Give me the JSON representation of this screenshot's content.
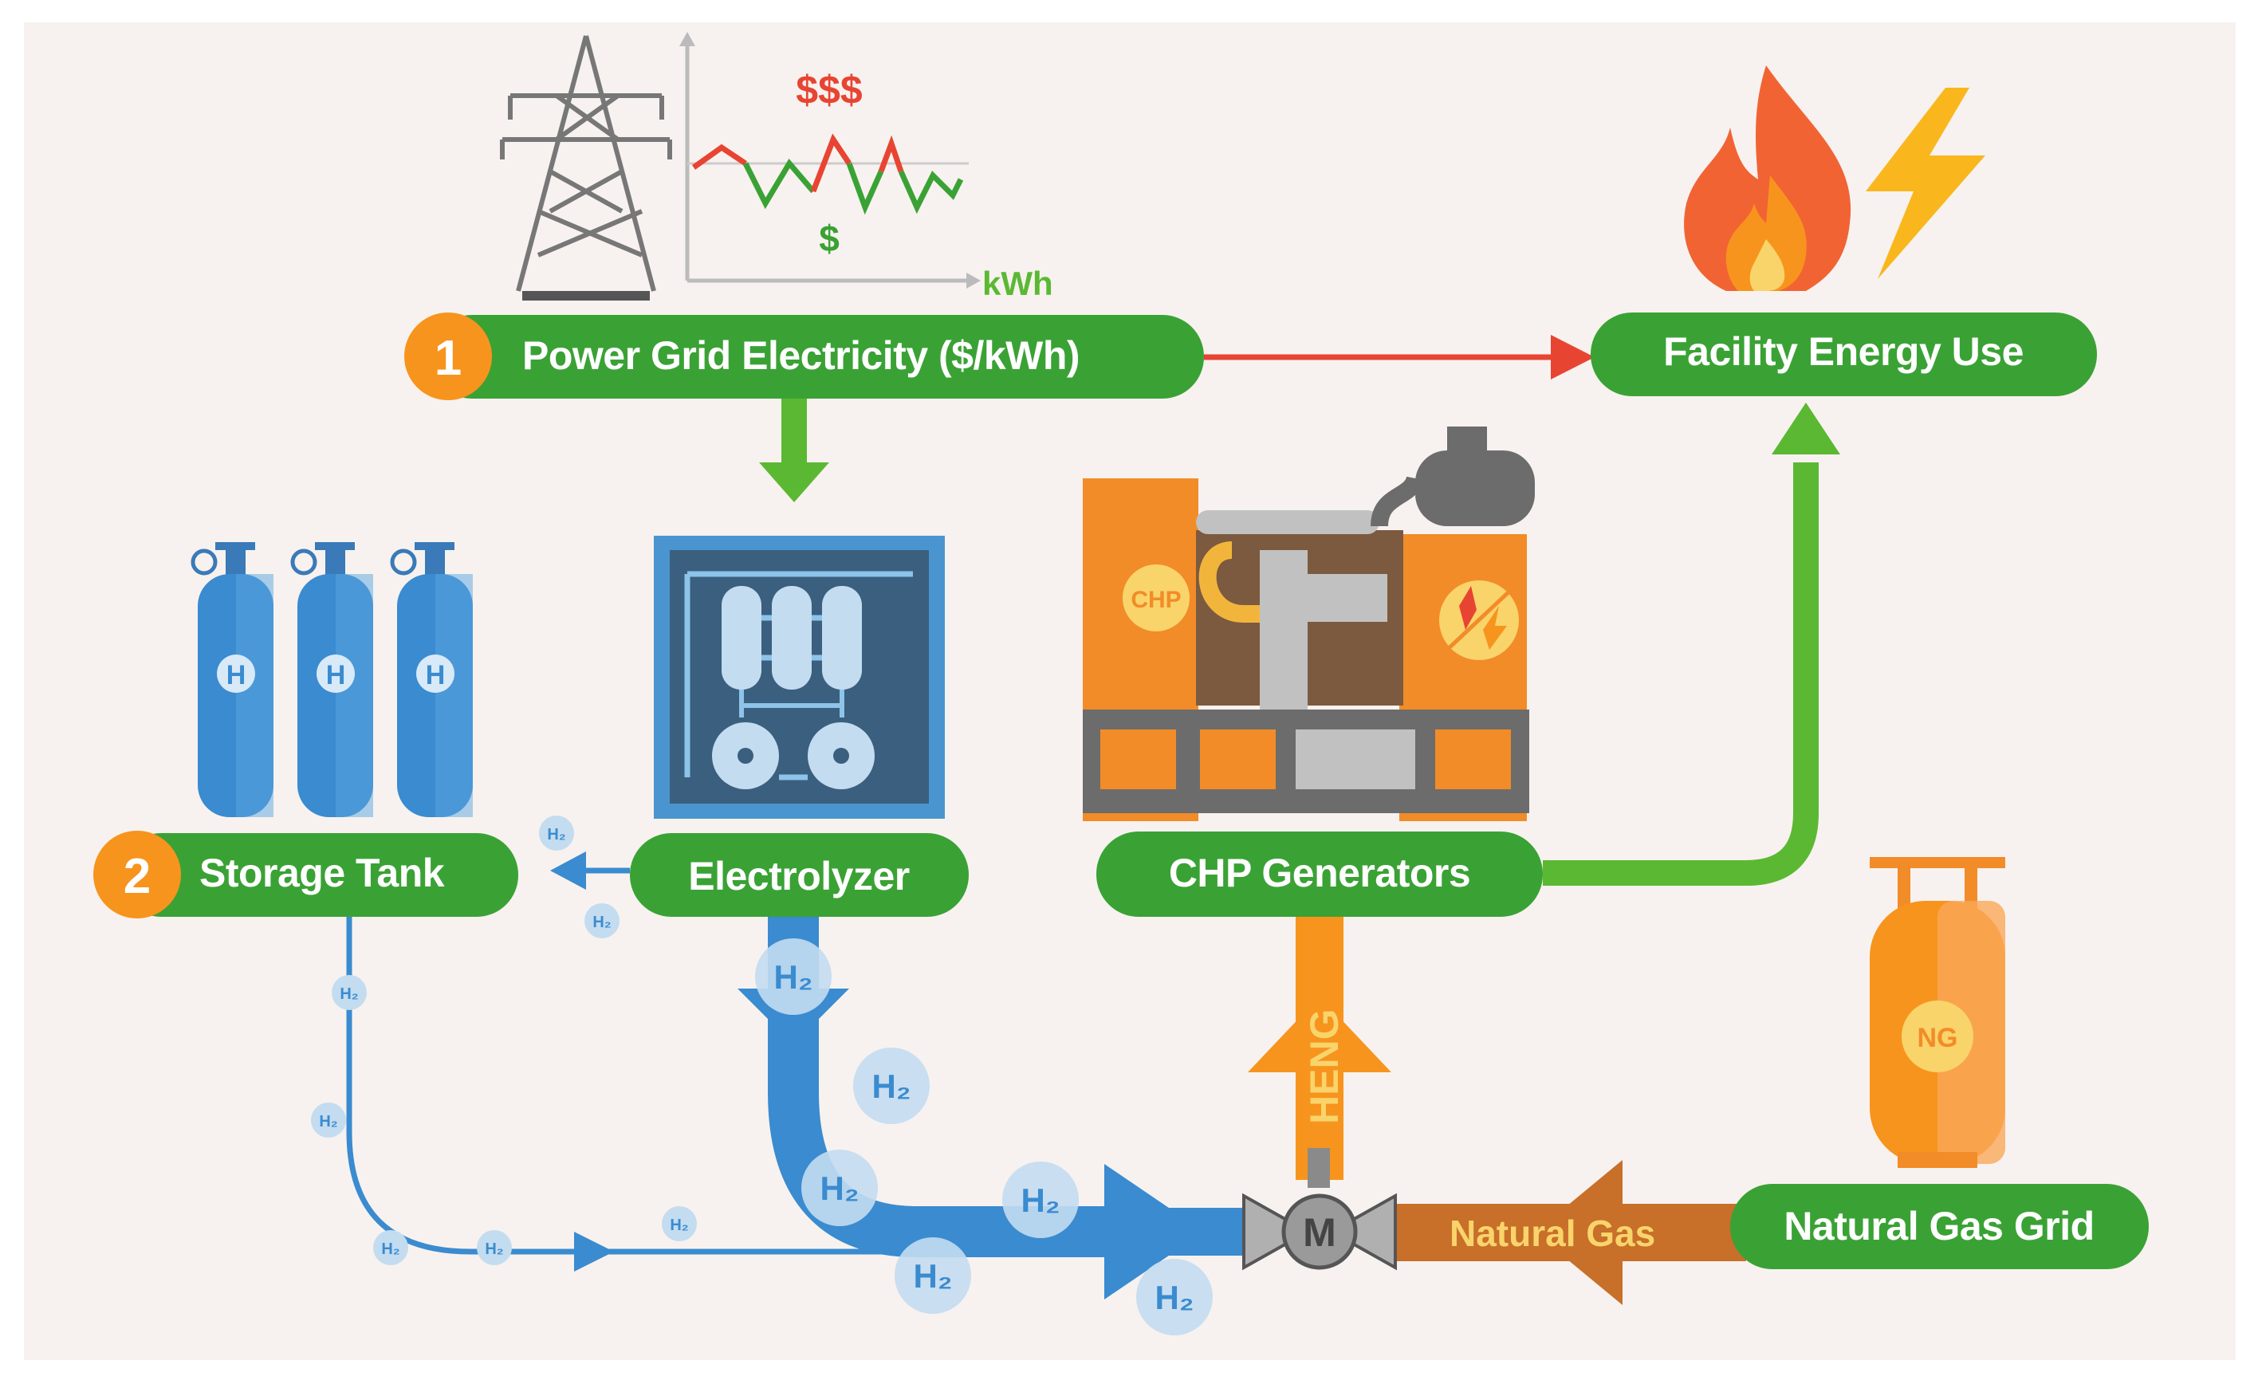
{
  "nodes": {
    "power_grid": {
      "number": "1",
      "label": "Power Grid Electricity ($/kWh)"
    },
    "facility": {
      "label": "Facility Energy Use"
    },
    "storage": {
      "number": "2",
      "label": "Storage Tank"
    },
    "electrolyzer": {
      "label": "Electrolyzer"
    },
    "chp": {
      "label": "CHP Generators"
    },
    "ng_grid": {
      "label": "Natural Gas Grid"
    }
  },
  "price_chart": {
    "high_label": "$$$",
    "low_label": "$",
    "x_unit": "kWh"
  },
  "icons": {
    "tank_letter": "H",
    "chp_badge": "CHP",
    "ng_badge": "NG",
    "mixer_letter": "M",
    "h2_small": "H₂",
    "h2_large": "H₂"
  },
  "flows": {
    "heng": "HENG",
    "natural_gas": "Natural Gas"
  },
  "colors": {
    "background": "#f7f2ef",
    "green": "#3aa235",
    "orange": "#f7941d",
    "red_arrow": "#e84432",
    "blue_pipe": "#3a8bd0",
    "brown_pipe": "#c86f2a",
    "light_green_arrow": "#5bb833"
  }
}
